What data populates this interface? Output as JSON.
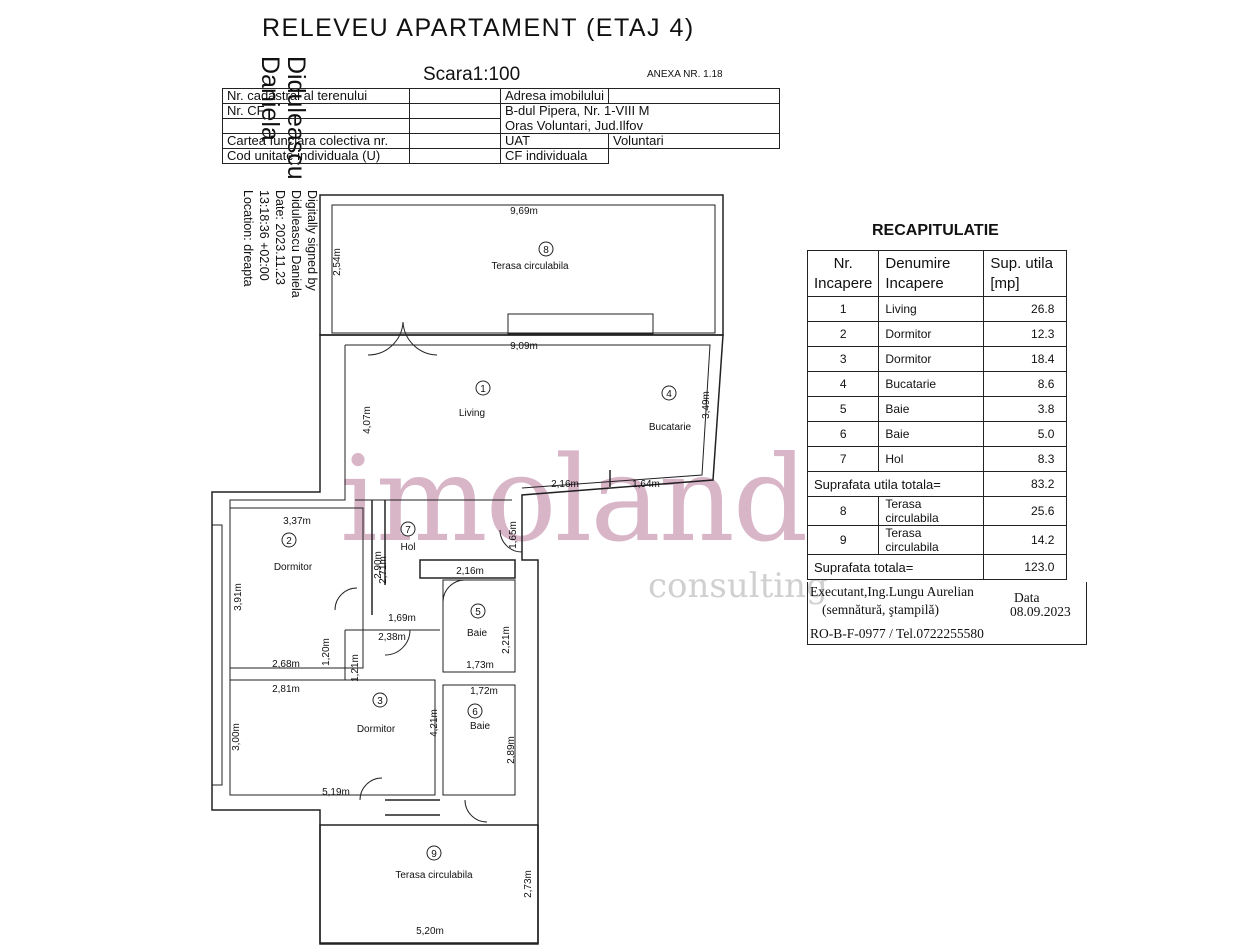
{
  "header": {
    "title": "RELEVEU APARTAMENT (ETAJ 4)",
    "scale": "Scara1:100",
    "anexa": "ANEXA NR. 1.18"
  },
  "signature": {
    "name_line1": "Diduleascu",
    "name_line2": "Daniela",
    "digitally_signed": "Digitally signed by",
    "signer": "Diduleascu Daniela",
    "date": "Date: 2023.11.23",
    "time": "13:18:36 +02:00",
    "location": "Location: dreapta"
  },
  "cadastral": {
    "rows": [
      [
        "Nr. cadastral al terenului",
        "",
        "Adresa imobilului",
        ""
      ],
      [
        "Nr. CF",
        "",
        "B-dul Pipera, Nr. 1-VIII M",
        ""
      ],
      [
        "",
        "",
        "Oras Voluntari, Jud.Ilfov",
        ""
      ],
      [
        "Cartea funciara colectiva nr.",
        "",
        "UAT",
        "Voluntari"
      ],
      [
        "Cod unitate individuala (U)",
        "",
        "CF individuala",
        ""
      ]
    ]
  },
  "plan": {
    "rooms": [
      {
        "no": "1",
        "name": "Living"
      },
      {
        "no": "2",
        "name": "Dormitor"
      },
      {
        "no": "3",
        "name": "Dormitor"
      },
      {
        "no": "4",
        "name": "Bucatarie"
      },
      {
        "no": "5",
        "name": "Baie"
      },
      {
        "no": "6",
        "name": "Baie"
      },
      {
        "no": "7",
        "name": "Hol"
      },
      {
        "no": "8",
        "name": "Terasa circulabila"
      },
      {
        "no": "9",
        "name": "Terasa circulabila"
      }
    ],
    "dimensions": [
      "9,69m",
      "2,54m",
      "9,09m",
      "4,07m",
      "3,49m",
      "2,16m",
      "1,64m",
      "1,65m",
      "3,37m",
      "3,91m",
      "2,71m",
      "2,90m",
      "2,16m",
      "1,69m",
      "2,38m",
      "2,21m",
      "1,20m",
      "1,21m",
      "2,68m",
      "1,73m",
      "2,81m",
      "1,72m",
      "4,21m",
      "3,00m",
      "2,89m",
      "5,19m",
      "2,73m",
      "5,20m"
    ]
  },
  "recap": {
    "title": "RECAPITULATIE",
    "headers": [
      "Nr. Incapere",
      "Denumire Incapere",
      "Sup. utila [mp]"
    ],
    "rows": [
      {
        "nr": "1",
        "name": "Living",
        "area": "26.8"
      },
      {
        "nr": "2",
        "name": "Dormitor",
        "area": "12.3"
      },
      {
        "nr": "3",
        "name": "Dormitor",
        "area": "18.4"
      },
      {
        "nr": "4",
        "name": "Bucatarie",
        "area": "8.6"
      },
      {
        "nr": "5",
        "name": "Baie",
        "area": "3.8"
      },
      {
        "nr": "6",
        "name": "Baie",
        "area": "5.0"
      },
      {
        "nr": "7",
        "name": "Hol",
        "area": "8.3"
      }
    ],
    "total_util_label": "Suprafata utila totala=",
    "total_util": "83.2",
    "terraces": [
      {
        "nr": "8",
        "name": "Terasa circulabila",
        "area": "25.6"
      },
      {
        "nr": "9",
        "name": "Terasa circulabila",
        "area": "14.2"
      }
    ],
    "total_label": "Suprafata totala=",
    "total": "123.0"
  },
  "executant": {
    "line1": "Executant,Ing.Lungu Aurelian",
    "line2": "(semnătură, ştampilă)",
    "data_label": "Data",
    "date": "08.09.2023",
    "license": "RO-B-F-0977 / Tel.0722255580"
  },
  "watermark": {
    "brand": "imoland",
    "sub": "consulting"
  }
}
